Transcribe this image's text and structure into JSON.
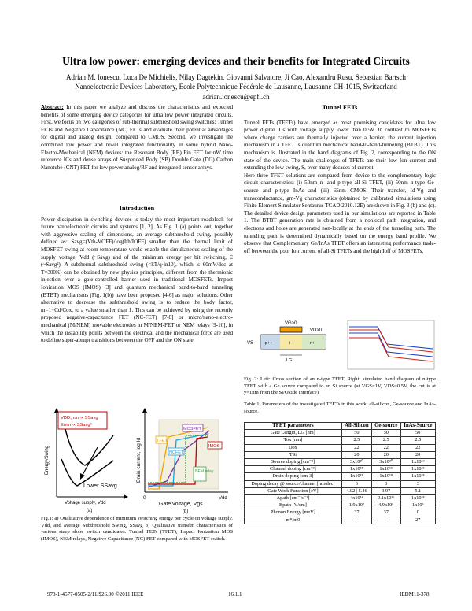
{
  "paper": {
    "title": "Ultra low power: emerging devices and their benefits for Integrated Circuits",
    "authors": "Adrian M. Ionescu, Luca De Michielis, Nilay Dagtekin, Giovanni Salvatore, Ji Cao, Alexandru Rusu, Sebastian Bartsch",
    "affiliation": "Nanoelectronic Devices Laboratory, Ecole Polytechnique Fédérale de Lausanne, Lausanne CH-1015, Switzerland",
    "email": "adrian.ionescu@epfl.ch"
  },
  "abstract": {
    "label": "Abstract:",
    "text": "In this paper we analyze and discuss the characteristics and expected benefits of some emerging device categories for ultra low power integrated circuits. First, we focus on two categories of sub-thermal subthreshold swing switches: Tunnel FETs and Negative Capacitance (NC) FETs and evaluate their potential advantages for digital and analog design, compared to CMOS. Second, we investigate the combined low power and novel integrated functionality in some hybrid Nano-Electro-Mechanical (NEM) devices: the Resonant Body (RB) Fin FET for nW time reference ICs and dense arrays of Suspended Body (SB) Double Gate (DG) Carbon Nanotube (CNT) FET for low power analog/RF and integrated sensor arrays."
  },
  "intro": {
    "heading": "Introduction",
    "text": "Power dissipation in switching devices is today the most important roadblock for future nanoelectronic circuits and systems [1, 2]. As Fig. 1 (a) points out, together with aggressive scaling of dimensions, an average subthreshold swing, possibly defined as: Savg=(Vth-VOFF)/log(Ith/IOFF) smaller than the thermal limit of MOSFET swing at room temperature would enable the simultaneous scaling of the supply voltage, Vdd (~Savg) and of the minimum energy per bit switching, E (~Savg²). A subthermal subthreshold swing (<kT/q·ln10), which is 60mV/dec at T=300K) can be obtained by new physics principles, different from the thermionic injection over a gate-controlled barrier used in traditional MOSFETs. Impact Ionization MOS (IMOS) [3] and quantum mechanical band-to-band tunneling (BTBT) mechanisms (Fig. 1(b)) have been proposed [4-6] as major solutions. Other alternative to decrease the subthreshold swing is to reduce the body factor, m=1+Cd/Cox, to a value smaller than 1. This can be achieved by using the recently proposed negative-capacitance FET (NC-FET) [7-8] or micro/nano-electro-mechanical (M/NEM) movable electrodes in M/NEM-FET or NEM relays [9-10], in which the instability points between the electrical and the mechanical force are used to define super-abrupt transitions between the OFF and the ON state."
  },
  "tunnel": {
    "heading": "Tunnel FETs",
    "p1": "Tunnel FETs (TFETs) have emerged as most promising candidates for ultra low power digital ICs with voltage supply lower than 0.5V. In contrast to MOSFETs where charge carriers are thermally injected over a barrier, the current injection mechanism in a TFET is quantum mechanical band-to-band-tunneling (BTBT). This mechanism is illustrated in the band diagrams of Fig. 2, corresponding to the ON state of the device. The main challenges of TFETs are their low Ion current and extending the low swing, S, over many decades of current.",
    "p2": "Here three TFET solutions are compared from device to the complementary logic circuit characteristics: (i) 50nm n- and p-type all-Si TFET, (ii) 50nm n-type Ge-source and p-type InAs and (iii) 65nm CMOS. Their transfer, Id-Vg and transconductance, gm-Vg characteristics (obtained by calibrated simulations using Finite Element Simulator Sentaurus TCAD 2010.12E) are shown in Fig. 3 (b) and (c). The detailed device design parameters used in our simulations are reported in Table 1. The BTBT generation rate is obtained from a nonlocal path integration, and electrons and holes are generated non-locally at the ends of the tunneling path. The tunneling path is determined dynamically based on the energy band profile. We observe that Complementary Ge/InAs TFET offers an interesting performance trade-off between the poor Ion current of all-Si TFETs and the high Ioff of MOSFETs."
  },
  "fig1": {
    "panel_a": {
      "ylabel": "Energy/Swing",
      "xlabel": "Voltage supply, Vdd",
      "label1": "VDD,min ∝ SSavg",
      "label2": "Emin ∝ SSavg²",
      "label3": "Lower SSavg",
      "sub": "(a)"
    },
    "panel_b": {
      "ylabel": "Drain current, log Id",
      "xlabel": "Gate voltage, Vgs",
      "tfet": "TFET",
      "ncfet": "NCFET",
      "mosfet": "MOSFET",
      "imos": "IMOS",
      "nem": "NEM relay",
      "zero": "0",
      "vdd": "Vdd",
      "sub": "(b)"
    },
    "caption": "Fig.1: a) Qualitative dependence of minimum switching energy per cycle on voltage supply, Vdd, and average Subthreshold Swing, SSavg b) Qualitative transfer characteristics of various steep slope switch candidates: Tunnel FETs (TFET), Impact Ionization MOS (IMOS), NEM relays, Negative Capacitance (NC) FET compared with MOSFET switch."
  },
  "fig2": {
    "vg": "VG>0",
    "vs": "VS",
    "vd": "VD>0",
    "p": "p++",
    "i": "i",
    "n": "n+",
    "lg": "LG",
    "caption": "Fig. 2: Left: Cross section of an n-type TFET, Right: simulated band diagram of n-type TFET with a Ge source compared to an Si source (at VGS=1V, VDS=0.5V, the cut is at y=1nm from the Si/Oxide interface)."
  },
  "table1": {
    "caption": "Table 1: Parameters of the investigated TFETs in this work: all-silicon, Ge-source and InAs-source.",
    "headers": [
      "TFET parameters",
      "All-Silicon",
      "Ge-source",
      "InAs-Source"
    ],
    "rows": [
      [
        "Gate Length, LG [nm]",
        "50",
        "50",
        "50"
      ],
      [
        "Tox [nm]",
        "2.5",
        "2.5",
        "2.5"
      ],
      [
        "Dox",
        "22",
        "22",
        "22"
      ],
      [
        "TSi",
        "20",
        "20",
        "20"
      ],
      [
        "Source doping [cm⁻³]",
        "3x10²⁰",
        "3x10²⁰",
        "1x10¹⁹"
      ],
      [
        "Channel doping [cm⁻³]",
        "1x10¹⁵",
        "1x10¹⁵",
        "1x10¹⁵"
      ],
      [
        "Drain doping [cm-3]",
        "1x10¹⁸",
        "1x10¹⁸",
        "1x10¹⁸"
      ],
      [
        "Doping decay @ source/channel [nm/dec]",
        "3",
        "3",
        "3"
      ],
      [
        "Gate Work Function [eV]",
        "4.02 | 5.46",
        "3.97",
        "5.1"
      ],
      [
        "Apath [cm⁻³s⁻¹]",
        "4x10¹⁴",
        "9.1x10¹⁶",
        "1x10¹⁸"
      ],
      [
        "Bpath [V/cm]",
        "1.9x10⁷",
        "4.9x10⁶",
        "1x10⁶"
      ],
      [
        "Phonon Energy [meV]",
        "37",
        "37",
        "0"
      ],
      [
        "m*/m0",
        "--",
        "--",
        "27"
      ]
    ]
  },
  "footer": {
    "left": "978-1-4577-0505-2/11/$26.00 ©2011 IEEE",
    "center": "16.1.1",
    "right": "IEDM11-378"
  }
}
